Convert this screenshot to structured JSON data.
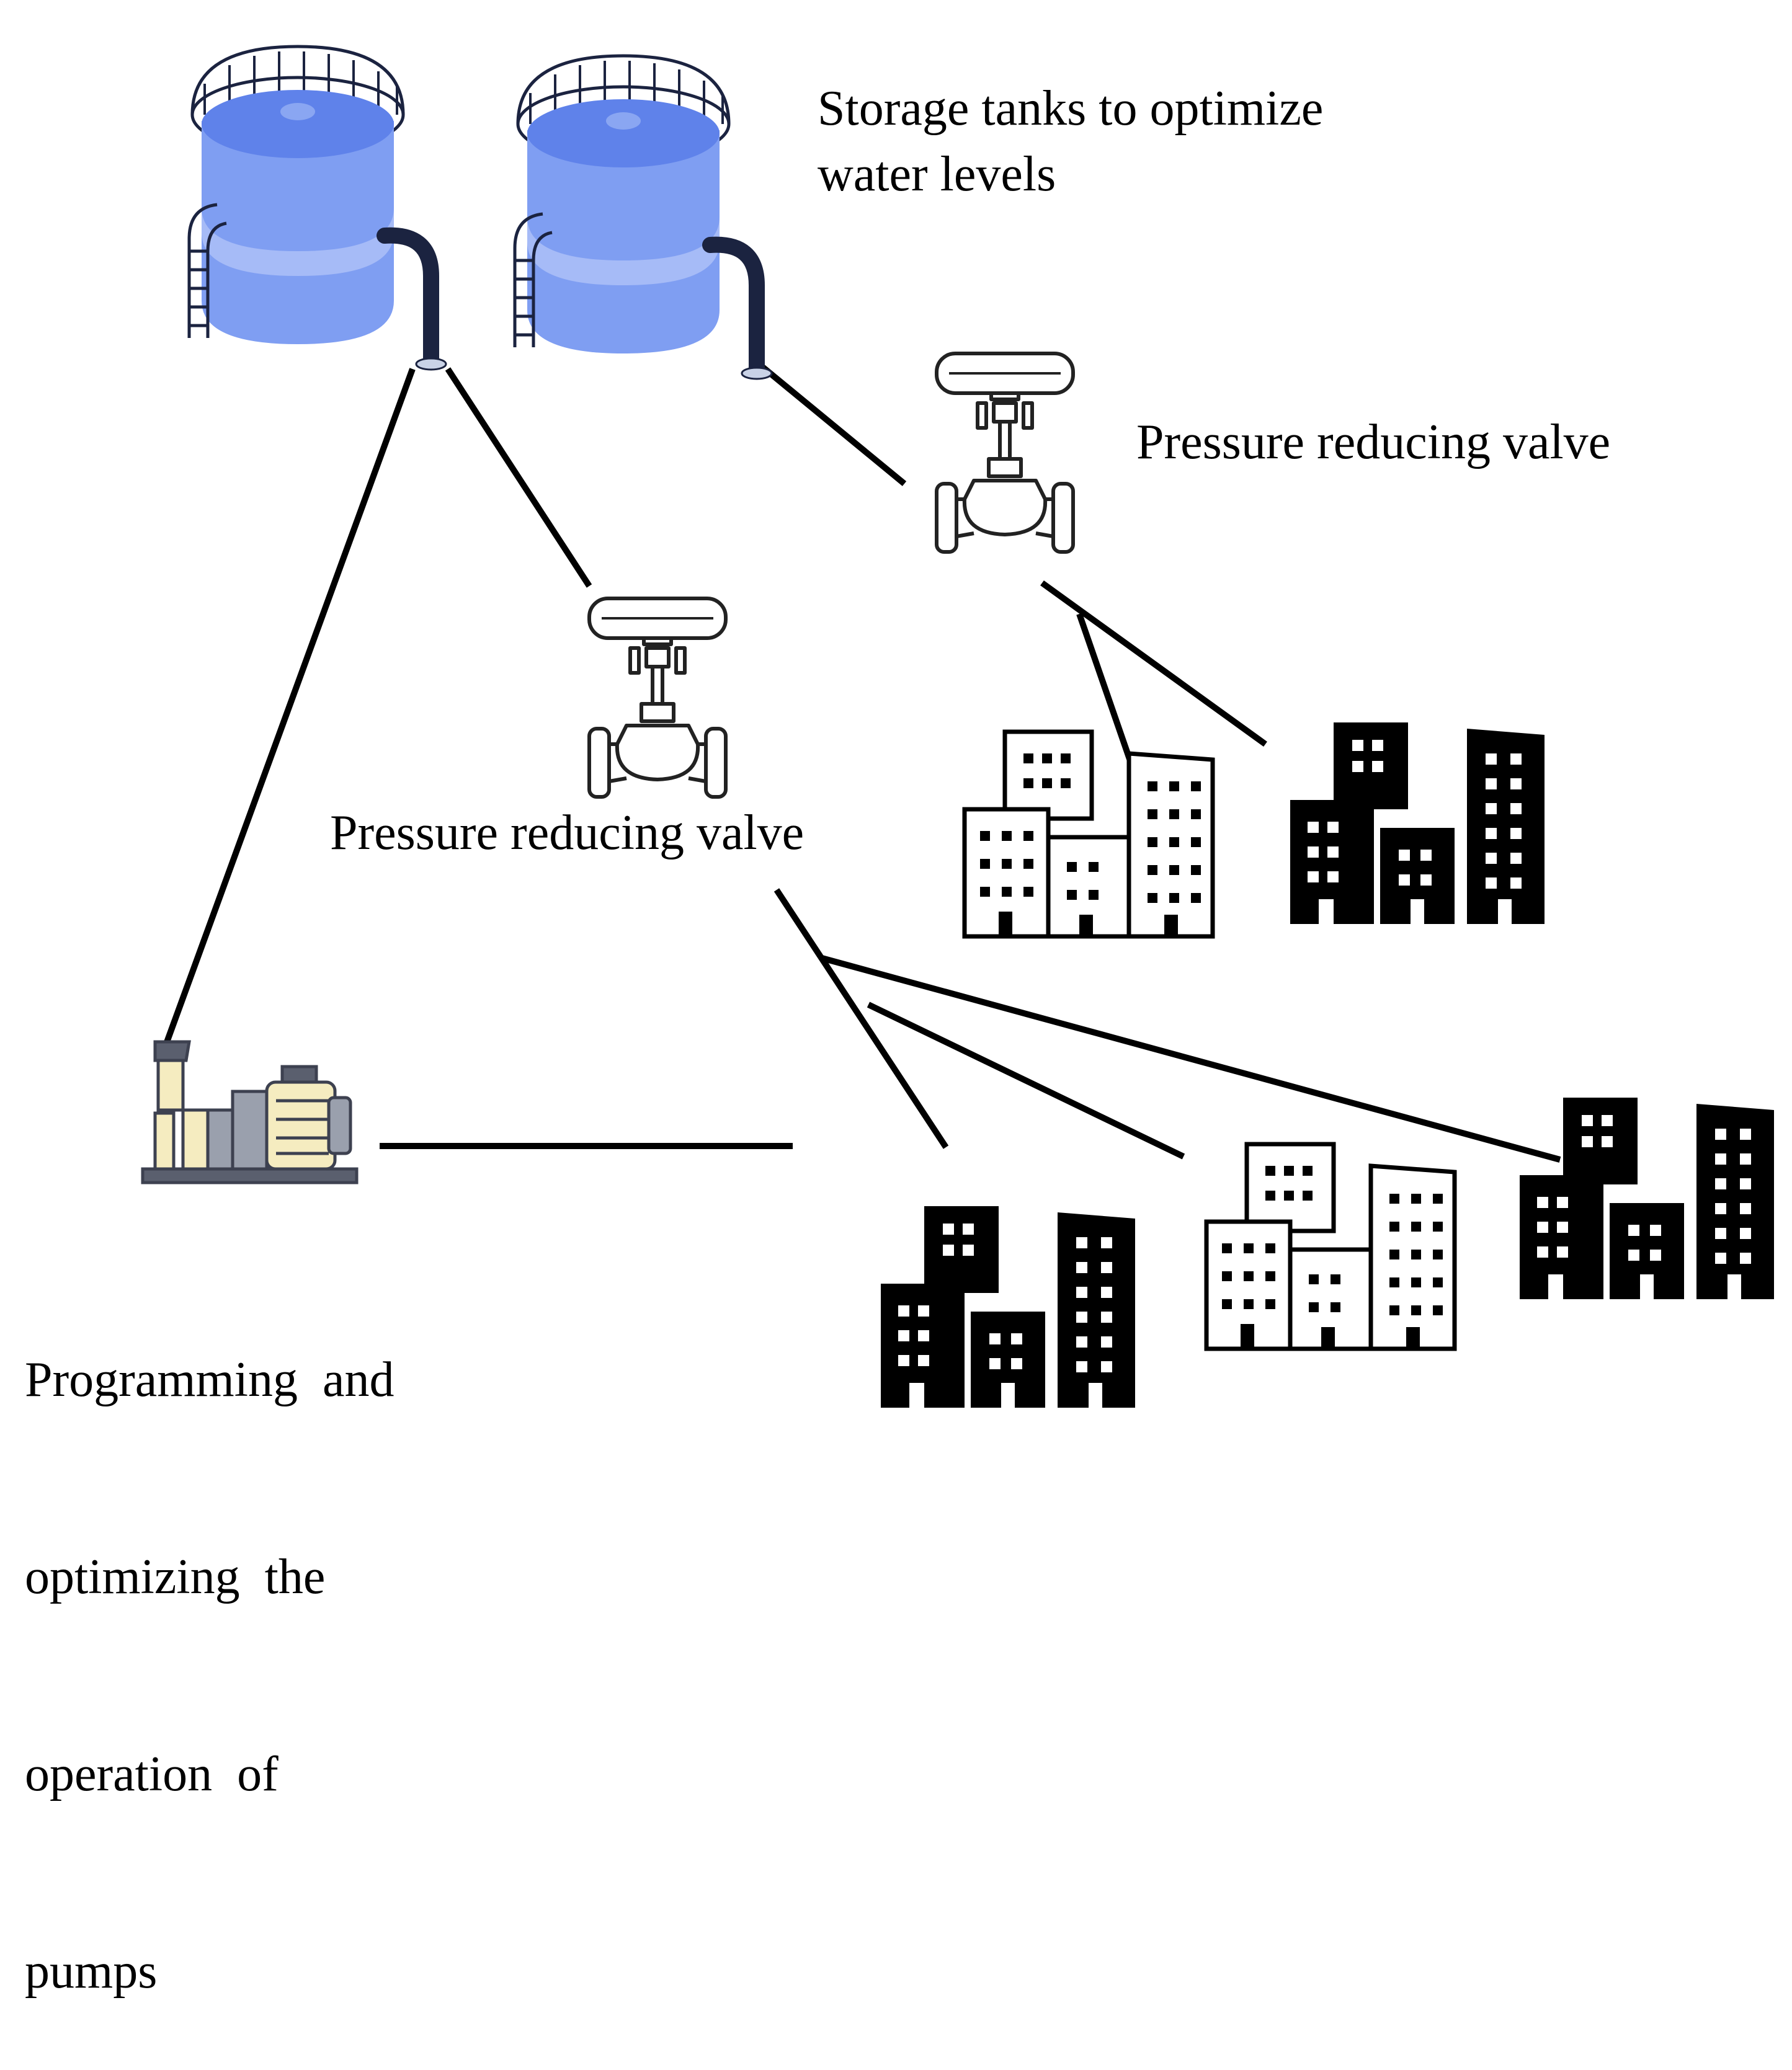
{
  "labels": {
    "storage_tanks": [
      "Storage tanks to optimize",
      "water levels"
    ],
    "prv_right": "Pressure reducing valve",
    "prv_left": "Pressure reducing valve",
    "pumps": [
      "Programming  and",
      "optimizing  the",
      "operation  of",
      "pumps"
    ]
  },
  "colors": {
    "tank_body": "#7f9ef2",
    "tank_top": "#5f82ea",
    "tank_light": "#a6bbf7",
    "pipe": "#1b2340",
    "line": "#000000",
    "pump_cream": "#f5ecc0",
    "pump_gray": "#5a5f6e"
  },
  "icons": [
    "water-tank-icon",
    "pressure-valve-icon",
    "city-buildings-icon",
    "pump-icon"
  ]
}
